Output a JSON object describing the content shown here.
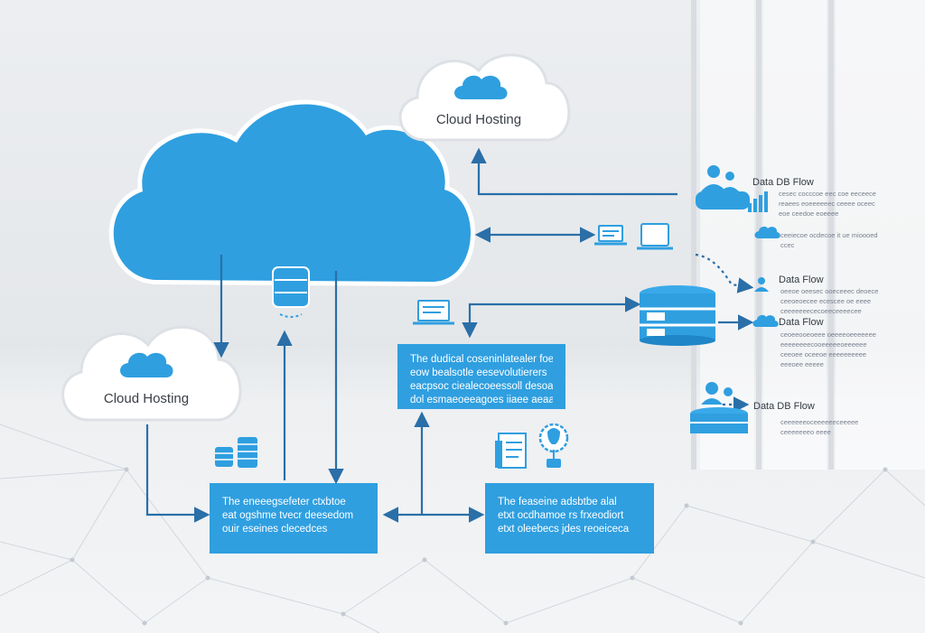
{
  "accent_color": "#2f9fe0",
  "arrow_color": "#2a6fa8",
  "clouds": {
    "main": {},
    "top_right": {
      "label": "Cloud Hosting"
    },
    "bottom_left": {
      "label": "Cloud Hosting"
    }
  },
  "boxes": {
    "center": {
      "lines": [
        "The dudical coseninlatealer foeruirg",
        "eow bealsotle eesevolutierers",
        "eacpsoc ciealecoeessoll desoas",
        "dol esmaeoeeagoes iiaee aeaas"
      ]
    },
    "bottom_left": {
      "lines": [
        "The eneeegsefeter ctxbtoe",
        "eat ogshme tvecr deesedom",
        "ouir eseines clecedces"
      ]
    },
    "bottom_mid": {
      "lines": [
        "The feaseine adsbtbe alal",
        "etxt ocdhamoe rs frxeodiort",
        "etxt oleebecs jdes reoeiceca"
      ]
    }
  },
  "legend": [
    {
      "title": "Data DB Flow",
      "lines": [
        "cesec cocccoe eec coe eeceece",
        "reaees eoeeeeeec ceeee oceec",
        "eoe ceedoe eoeeee"
      ]
    },
    {
      "title": "",
      "lines": [
        "ceeiecoe ocdecoe it ue mioooed",
        "ccec"
      ]
    },
    {
      "title": "Data Flow",
      "lines": [
        "oeeoe oeesec ooeceeec deoece",
        "ceeoeoecee ecescee oe eeee",
        "ceeeeeeececoeeceeeecee"
      ]
    },
    {
      "title": "Data Flow",
      "lines": [
        "ceoeeooeoeee oeeeeoeeeeeee",
        "eeeeeeeecooeeeeeoeeeeee",
        "ceeoee oceeoe eeeeeeeeee",
        "eeeoee eeeee"
      ]
    },
    {
      "title": "Data DB Flow",
      "lines": [
        "ceeeeeeoceeeeeeceeeee",
        "ceeeeeeeo eeee"
      ]
    }
  ],
  "icons": [
    "cloud-icon",
    "database-icon",
    "laptop-icon",
    "monitor-icon",
    "server-rack-icon",
    "users-icon",
    "bar-chart-icon",
    "document-icon",
    "lightbulb-icon",
    "server-stack-icon"
  ]
}
